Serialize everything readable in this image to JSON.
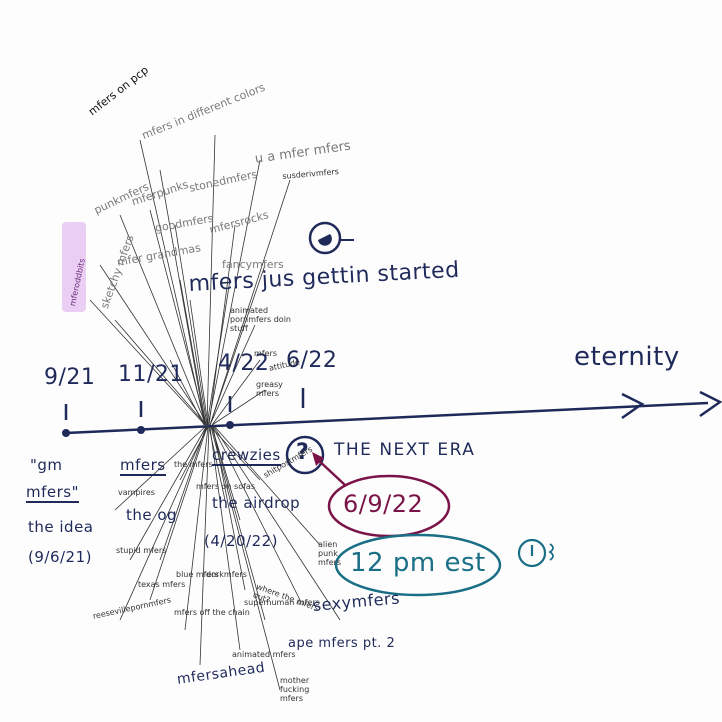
{
  "colors": {
    "navy": "#1f2a5a",
    "maroon": "#7a1348",
    "teal": "#1a6f86",
    "highlight": "#e8c6f2",
    "pencil": "#333333"
  },
  "timeline": {
    "ticks": [
      {
        "label": "9/21"
      },
      {
        "label": "11/21"
      },
      {
        "label": "4/22"
      },
      {
        "label": "6/22"
      }
    ],
    "end_label": "eternity"
  },
  "headline": "mfers jus gettin started",
  "next_era": {
    "mark": "?",
    "label": "THE NEXT ERA"
  },
  "launch": {
    "date": "6/9/22",
    "time": "12 pm est"
  },
  "milestones": {
    "gm_quote": "\"gm",
    "gm_mfers": "mfers\"",
    "the_idea": "the idea",
    "idea_date": "(9/6/21)",
    "mfers": "mfers",
    "the_og": "the og",
    "crewzies": "crewzies",
    "the_airdrop": "the airdrop",
    "airdrop_date": "(4/20/22)"
  },
  "branches": {
    "top": [
      "mfers on pcp",
      "mfers in different colors",
      "u a mfer mfers",
      "susderivmfers",
      "punkmfers",
      "mferpunks",
      "stonedmfers",
      "goodmfers",
      "mfersrocks",
      "mfer grandmas",
      "fancymfers",
      "mferoddbits",
      "sketchy mfers",
      "animated pornmfers doin stuff",
      "mfers",
      "greasy mfers",
      "attitude"
    ],
    "bottom": [
      "vampires",
      "the mfers",
      "mfers on sofas",
      "shitpostmfers",
      "stupid mfers",
      "texas mfers",
      "blue mfers",
      "dorkmfers",
      "where the mfers out?",
      "alien punk mfers",
      "superhuman mfers",
      "sexymfers",
      "reesevillepornmfers",
      "mfers off the chain",
      "animated mfers",
      "ape mfers pt. 2",
      "mfersahead",
      "mother fucking mfers"
    ]
  }
}
